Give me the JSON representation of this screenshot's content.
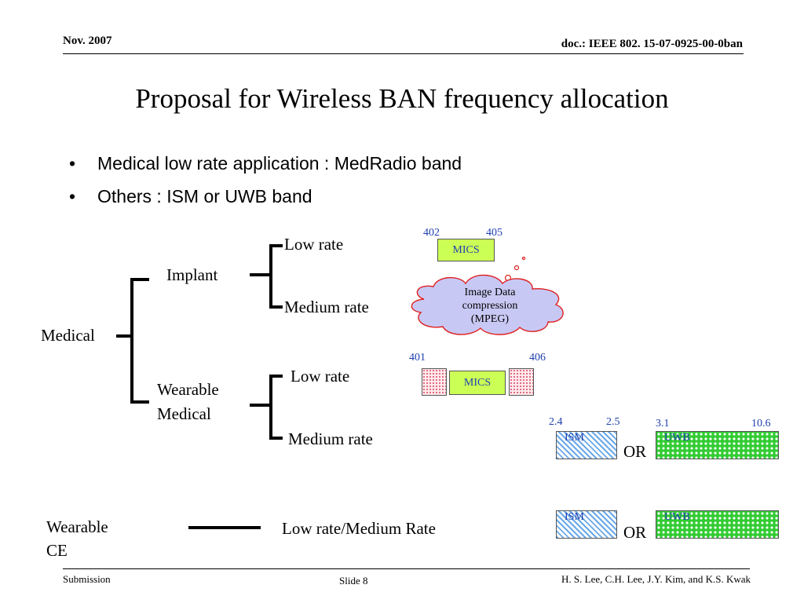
{
  "header": {
    "date": "Nov. 2007",
    "doc_id": "doc.: IEEE 802. 15-07-0925-00-0ban"
  },
  "title": "Proposal for Wireless BAN frequency allocation",
  "bullets": [
    {
      "marker": "•",
      "text": "Medical low rate application : MedRadio band"
    },
    {
      "marker": "•",
      "text": "Others : ISM or UWB band"
    }
  ],
  "tree": {
    "medical": "Medical",
    "implant": "Implant",
    "implant_low": "Low rate",
    "implant_medium": "Medium rate",
    "wearable_medical_line1": "Wearable",
    "wearable_medical_line2": "Medical",
    "wearable_low": "Low rate",
    "wearable_medium": "Medium rate",
    "wearable_ce_line1": "Wearable",
    "wearable_ce_line2": "CE",
    "ce_rate": "Low rate/Medium Rate"
  },
  "bands": {
    "mics1": {
      "label": "MICS",
      "low": "402",
      "high": "405"
    },
    "cloud": {
      "line1": "Image Data",
      "line2": "compression",
      "line3": "(MPEG)"
    },
    "mics2": {
      "label": "MICS",
      "low": "401",
      "high": "406"
    },
    "ism1": {
      "label": "ISM",
      "low": "2.4",
      "high": "2.5"
    },
    "uwb1": {
      "label": "UWB",
      "low": "3.1",
      "high": "10.6"
    },
    "ism2": {
      "label": "ISM"
    },
    "uwb2": {
      "label": "UWB"
    },
    "or": "OR"
  },
  "footer": {
    "left": "Submission",
    "center": "Slide 8",
    "right": "H. S. Lee, C.H. Lee, J.Y. Kim, and K.S. Kwak"
  },
  "colors": {
    "band_text": "#1f3fb0",
    "mics_fill": "#ccff55",
    "uwb_fill": "#33cc33",
    "ism_stripe": "#6aa8e6",
    "cloud_fill": "#c8c8f4",
    "cloud_stroke": "#e02020"
  }
}
